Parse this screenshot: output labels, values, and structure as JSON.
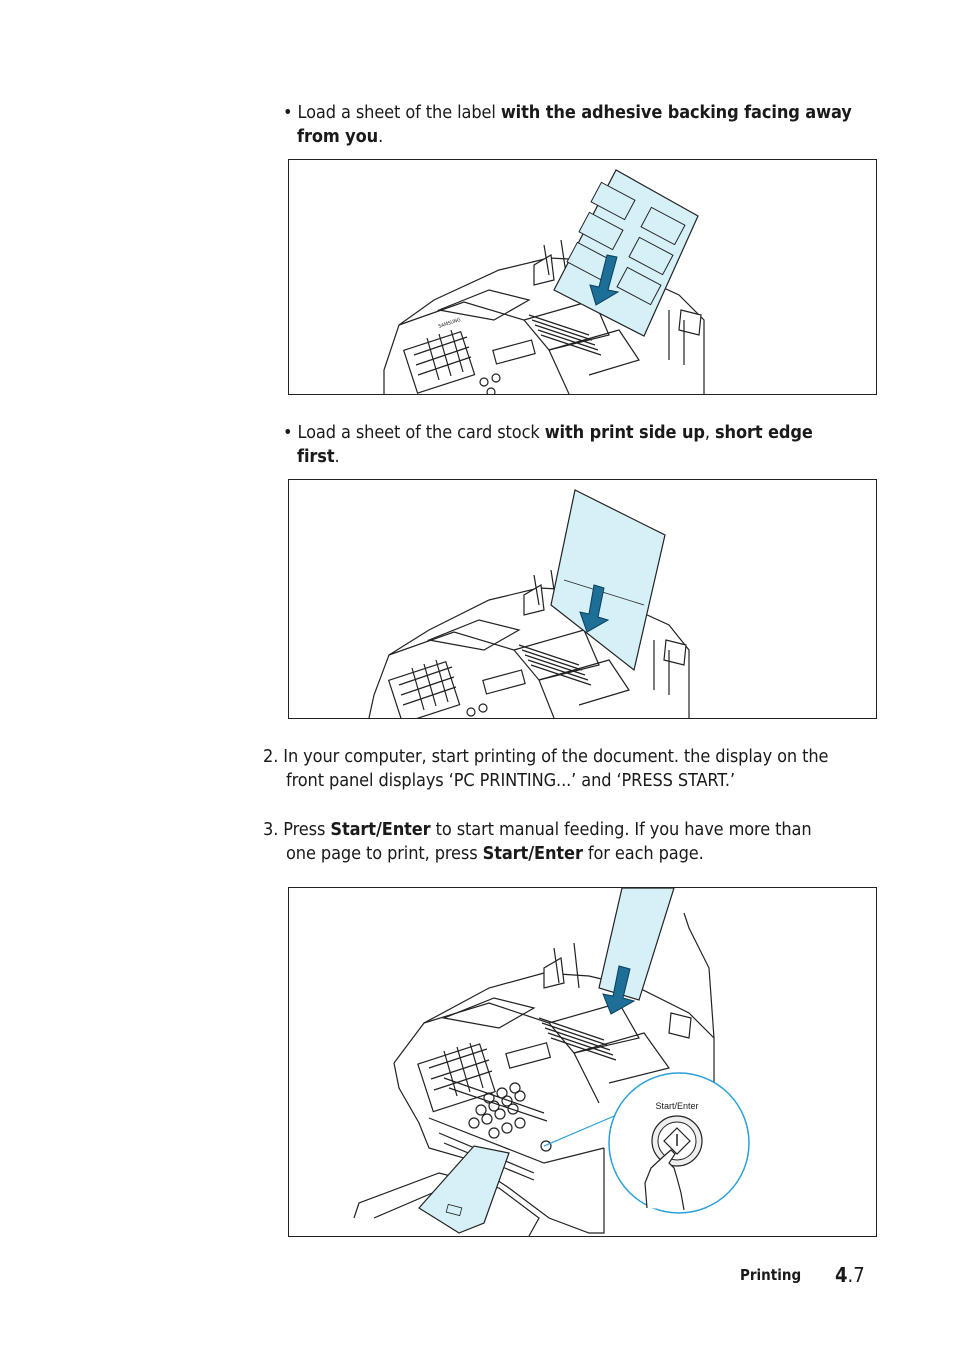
{
  "bullet_label": {
    "prefix": "• Load a sheet of the label ",
    "bold": "with the adhesive backing facing away",
    "line2_bold": "from you",
    "line2_end": "."
  },
  "bullet_card": {
    "prefix": "• Load a sheet of the card stock ",
    "bold1": "with print side up",
    "sep": ", ",
    "bold2": "short edge",
    "line2_bold": "first",
    "line2_end": "."
  },
  "step2": {
    "line1": "2. In your computer, start printing of the document. the display on the",
    "line2": "front panel displays ‘PC PRINTING...’ and ‘PRESS START.’"
  },
  "step3": {
    "line1_a": "3. Press ",
    "line1_bold": "Start/Enter",
    "line1_b": " to start manual feeding. If you have more than",
    "line2_a": "one page to print, press ",
    "line2_bold": "Start/Enter",
    "line2_b": " for each page."
  },
  "figure3": {
    "callout_label": "Start/Enter"
  },
  "brand_text": "SAMSUNG",
  "footer": {
    "section": "Printing",
    "chapter": "4",
    "page": ".7"
  },
  "colors": {
    "paper_fill": "#d6f0f7",
    "arrow": "#1d6f98",
    "line": "#222222"
  }
}
